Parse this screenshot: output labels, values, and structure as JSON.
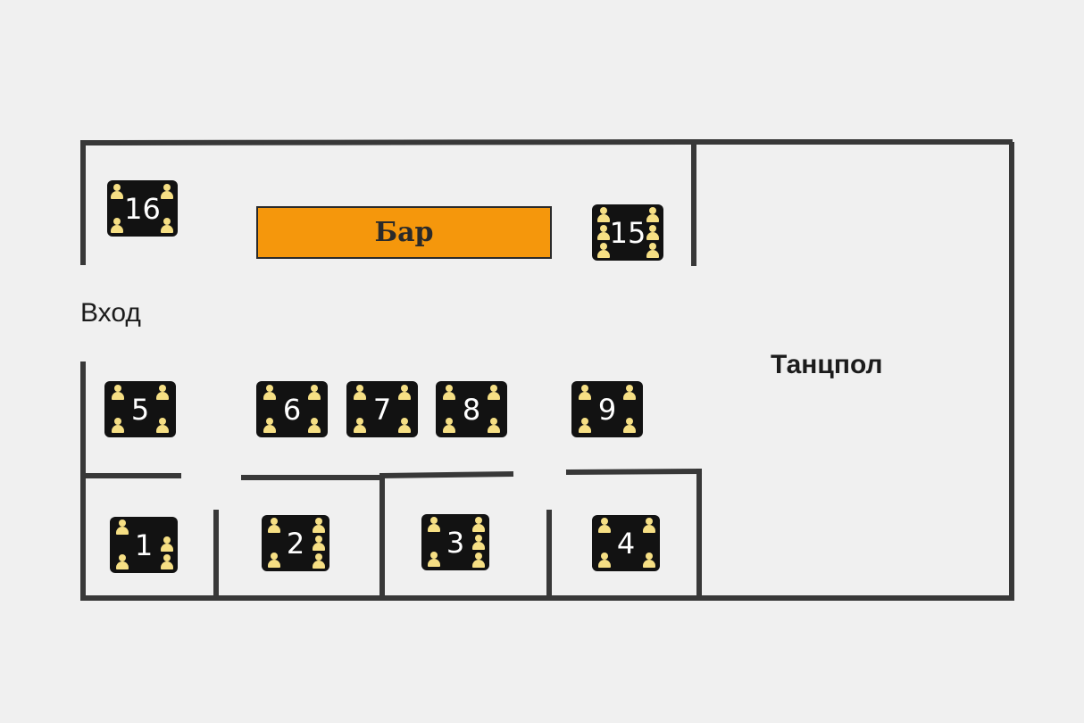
{
  "colors": {
    "background": "#f0f0f0",
    "wall": "#383838",
    "bar": "#f5970c",
    "table": "#121212",
    "seat": "#f6df84"
  },
  "labels": {
    "bar": "Бар",
    "entrance": "Вход",
    "dance_floor": "Танцпол"
  },
  "tables": [
    {
      "number": "16",
      "seats": 4
    },
    {
      "number": "15",
      "seats": 6
    },
    {
      "number": "5",
      "seats": 4
    },
    {
      "number": "6",
      "seats": 4
    },
    {
      "number": "7",
      "seats": 4
    },
    {
      "number": "8",
      "seats": 4
    },
    {
      "number": "9",
      "seats": 4
    },
    {
      "number": "1",
      "seats": 4
    },
    {
      "number": "2",
      "seats": 5
    },
    {
      "number": "3",
      "seats": 5
    },
    {
      "number": "4",
      "seats": 4
    }
  ]
}
